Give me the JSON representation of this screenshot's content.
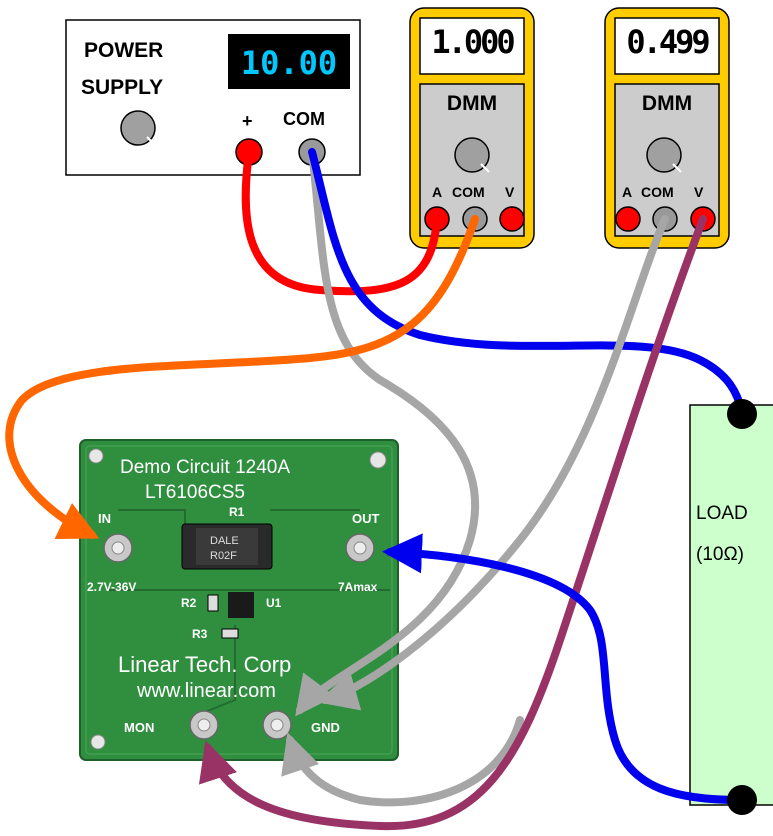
{
  "power_supply": {
    "title_line1": "POWER",
    "title_line2": "SUPPLY",
    "display": "10.00",
    "plus_label": "+",
    "com_label": "COM"
  },
  "dmm1": {
    "display": "1.000",
    "title": "DMM",
    "term_a": "A",
    "term_com": "COM",
    "term_v": "V"
  },
  "dmm2": {
    "display": "0.499",
    "title": "DMM",
    "term_a": "A",
    "term_com": "COM",
    "term_v": "V"
  },
  "board": {
    "title1": "Demo Circuit 1240A",
    "title2": "LT6106CS5",
    "r1": "R1",
    "resistor_line1": "DALE",
    "resistor_line2": "R02F",
    "in_label": "IN",
    "in_range": "2.7V-36V",
    "out_label": "OUT",
    "out_range": "7Amax",
    "r2": "R2",
    "u1": "U1",
    "r3": "R3",
    "company": "Linear Tech. Corp",
    "website": "www.linear.com",
    "mon_label": "MON",
    "gnd_label": "GND"
  },
  "load": {
    "label": "LOAD",
    "value": "(10Ω)"
  },
  "colors": {
    "wire_red": "#ff0000",
    "wire_blue": "#0000ee",
    "wire_orange": "#ff6600",
    "wire_gray": "#a6a6a6",
    "wire_purple": "#993366",
    "dmm_body": "#ffcc00",
    "pcb_green": "#2f8f3f",
    "load_fill": "#ccffcc"
  }
}
